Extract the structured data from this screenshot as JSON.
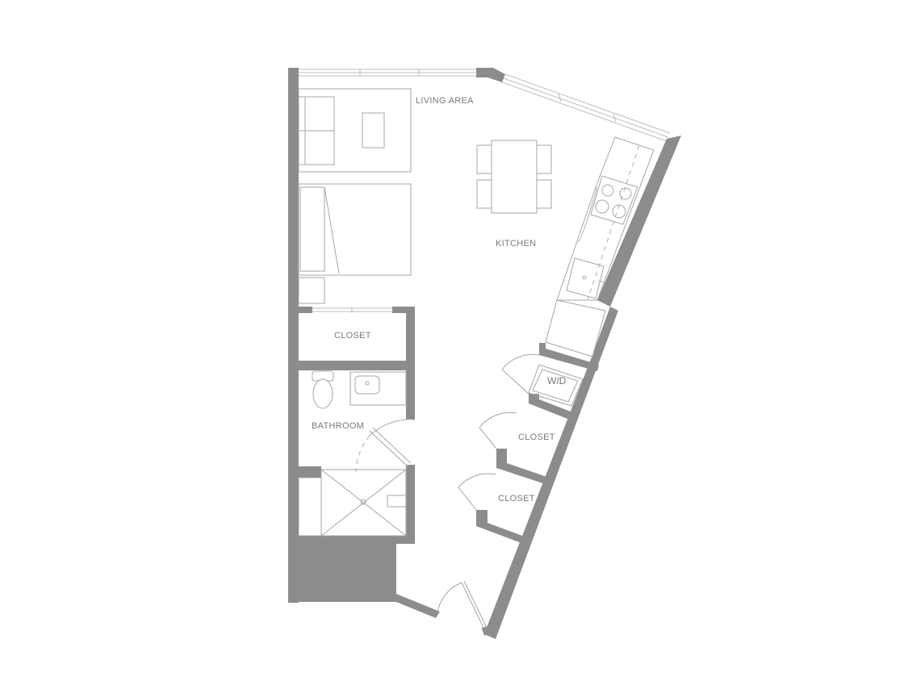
{
  "rooms": {
    "living_area": "LIVING AREA",
    "kitchen": "KITCHEN",
    "closet_bedroom": "CLOSET",
    "bathroom": "BATHROOM",
    "washer_dryer": "W/D",
    "closet_upper": "CLOSET",
    "closet_lower": "CLOSET"
  },
  "colors": {
    "wall": "#8c8c8c",
    "fixture_line": "#a6a6a6",
    "text": "#7a7a7a"
  }
}
